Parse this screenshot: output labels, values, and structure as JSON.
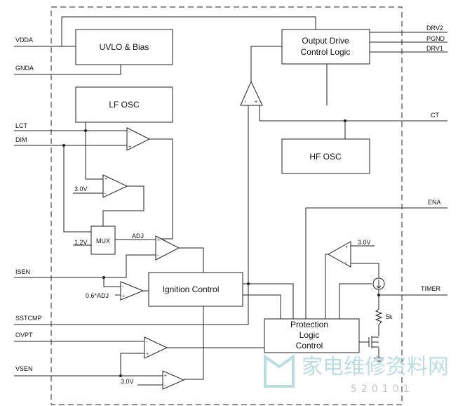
{
  "pins": {
    "vdda": "VDDA",
    "gnda": "GNDA",
    "lct": "LCT",
    "dim": "DIM",
    "isen": "ISEN",
    "sstcmp": "SSTCMP",
    "ovpt": "OVPT",
    "vsen": "VSEN",
    "drv2": "DRV2",
    "pgnd": "PGND",
    "drv1": "DRV1",
    "ct": "CT",
    "ena": "ENA",
    "timer": "TIMER"
  },
  "blocks": {
    "uvlo": "UVLO & Bias",
    "lfosc": "LF OSC",
    "hfosc": "HF OSC",
    "output_line1": "Output Drive",
    "output_line2": "Control Logic",
    "ignition": "Ignition Control",
    "prot_line1": "Protection",
    "prot_line2": "Logic",
    "prot_line3": "Control",
    "mux": "MUX"
  },
  "labels": {
    "v30_a": "3.0V",
    "v12": "1.2V",
    "adj": "ADJ",
    "v06adj": "0.6*ADJ",
    "v30_b": "3.0V",
    "v30_c": "3.0V",
    "r5k": "5k"
  },
  "watermark": {
    "chinese": "家电维修资料网",
    "digits": "520101"
  }
}
